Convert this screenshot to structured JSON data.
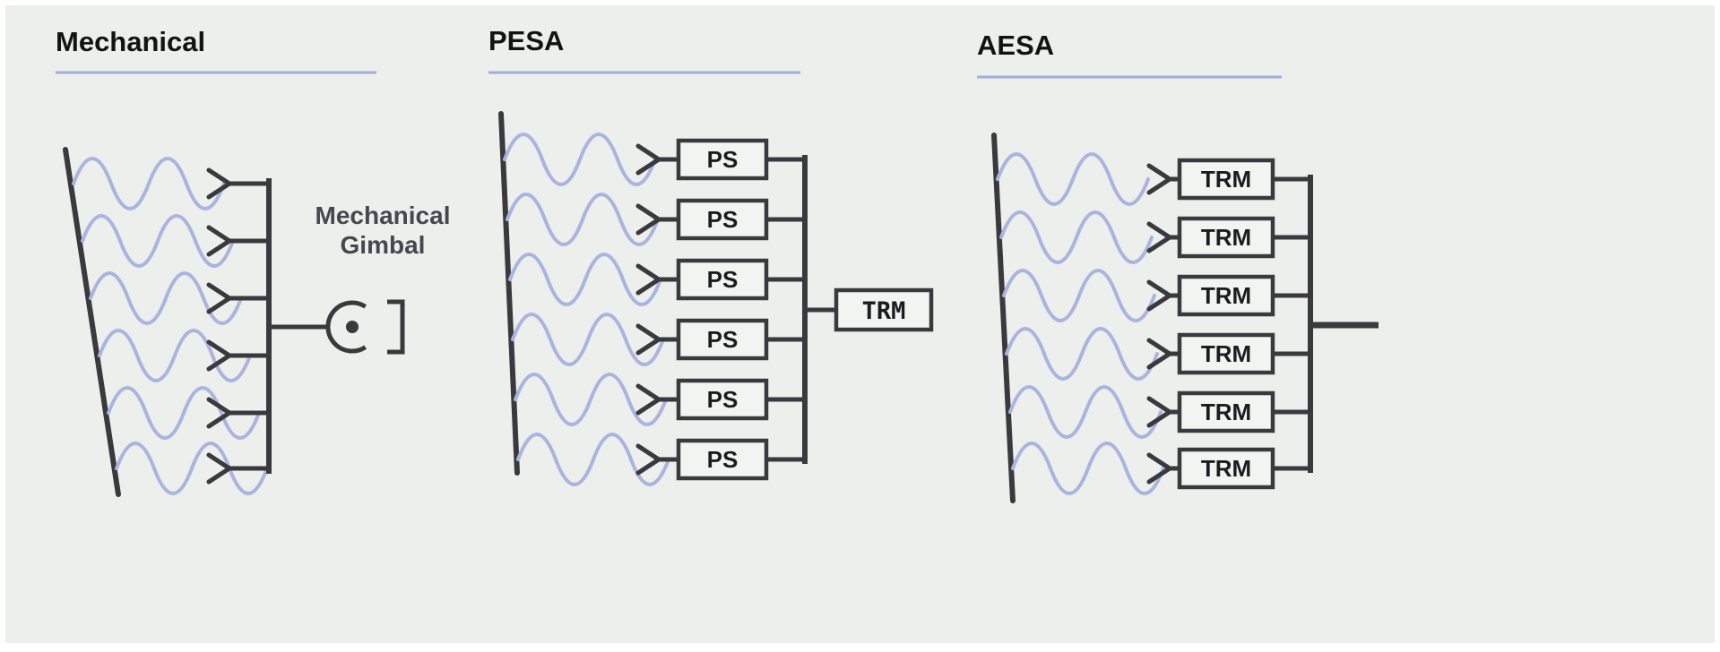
{
  "colors": {
    "background": "#edefec",
    "line": "#3a3a3e",
    "wave": "#a9b4df",
    "underline": "#9fafda",
    "title": "#131313",
    "box_fill": "#f2f4f2",
    "gimbal_text": "#47474e"
  },
  "panels": {
    "mechanical": {
      "title": "Mechanical",
      "gimbal_label_line1": "Mechanical",
      "gimbal_label_line2": "Gimbal"
    },
    "pesa": {
      "title": "PESA",
      "ps_label": "PS",
      "trm_label": "TRM"
    },
    "aesa": {
      "title": "AESA",
      "trm_label": "TRM"
    }
  }
}
